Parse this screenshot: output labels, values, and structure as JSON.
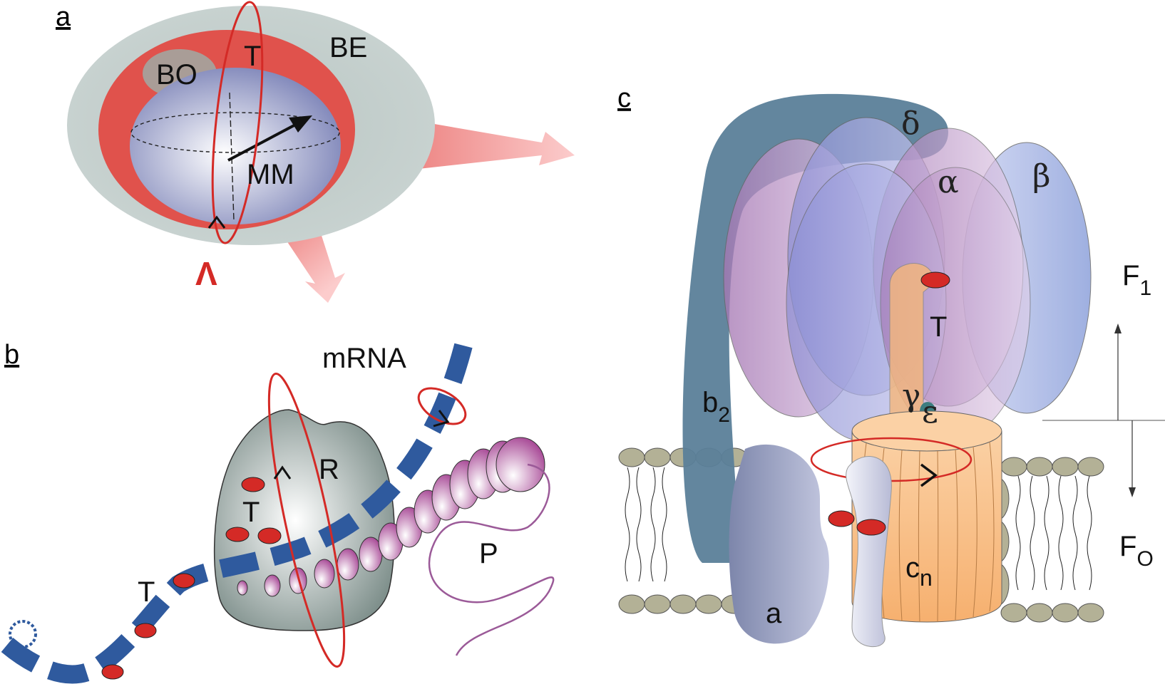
{
  "panel_a": {
    "label": "a",
    "labels": {
      "bo": "BO",
      "t": "T",
      "be": "BE",
      "mm": "MM",
      "lambda": "Λ"
    }
  },
  "panel_b": {
    "label": "b",
    "labels": {
      "mrna": "mRNA",
      "r": "R",
      "t_inner": "T",
      "t_outer": "T",
      "p": "P"
    }
  },
  "panel_c": {
    "label": "c",
    "labels": {
      "delta": "δ",
      "alpha": "α",
      "beta": "β",
      "t": "T",
      "gamma": "γ",
      "epsilon": "ε",
      "b2_base": "b",
      "b2_sub": "2",
      "a": "a",
      "cn_base": "c",
      "cn_sub": "n",
      "f1_base": "F",
      "f1_sub": "1",
      "fo_base": "F",
      "fo_sub": "O"
    }
  },
  "colors": {
    "red": "#d42a26",
    "blue_strand": "#2f5a9e",
    "ribosome_grey": "#9aaaa6",
    "stator_blue": "#5b7f99",
    "rotor_orange": "#f6b77a",
    "purple": "#a77bb6",
    "lavender": "#8f98d6"
  }
}
